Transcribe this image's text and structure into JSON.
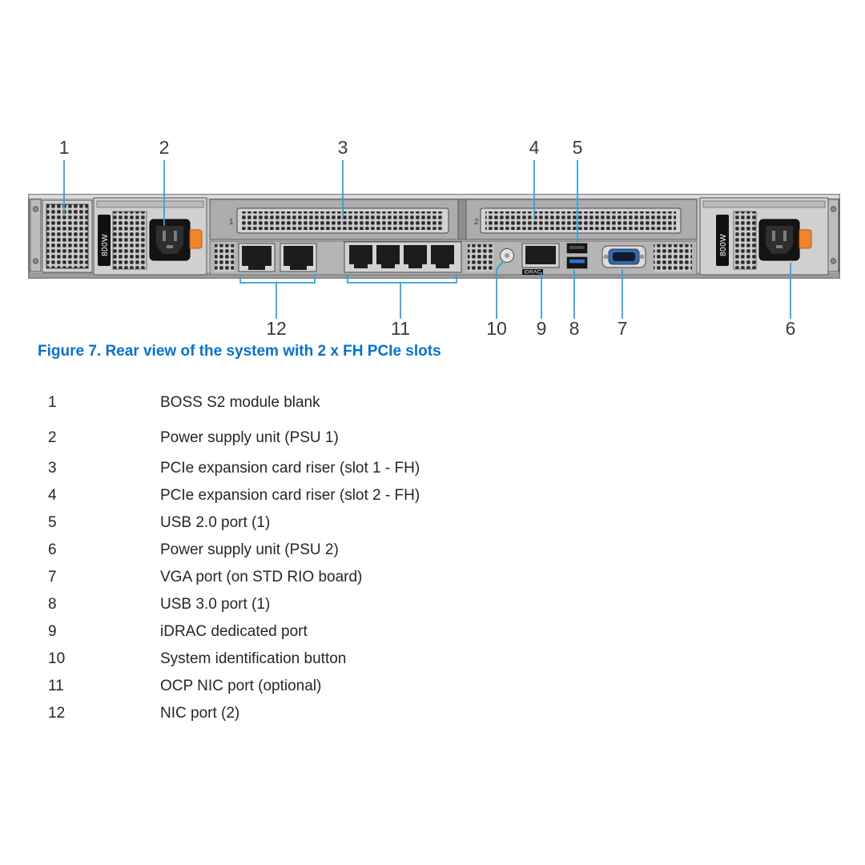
{
  "figure": {
    "caption": "Figure 7. Rear view of the system with 2 x FH PCIe slots",
    "callouts": {
      "c1": "1",
      "c2": "2",
      "c3": "3",
      "c4": "4",
      "c5": "5",
      "c6": "6",
      "c7": "7",
      "c8": "8",
      "c9": "9",
      "c10": "10",
      "c11": "11",
      "c12": "12"
    },
    "labels": {
      "psu1_wattage": "800W",
      "psu2_wattage": "800W",
      "idrac": "iDRAC",
      "riser1": "1",
      "riser2": "2"
    }
  },
  "legend": {
    "items": [
      {
        "num": "1",
        "desc": "BOSS S2 module blank"
      },
      {
        "num": "2",
        "desc": "Power supply unit (PSU 1)"
      },
      {
        "num": "3",
        "desc": "PCIe expansion card riser (slot 1 - FH)"
      },
      {
        "num": "4",
        "desc": "PCIe expansion card riser (slot 2 - FH)"
      },
      {
        "num": "5",
        "desc": "USB 2.0 port (1)"
      },
      {
        "num": "6",
        "desc": "Power supply unit (PSU 2)"
      },
      {
        "num": "7",
        "desc": "VGA port (on STD RIO board)"
      },
      {
        "num": "8",
        "desc": "USB 3.0 port (1)"
      },
      {
        "num": "9",
        "desc": "iDRAC dedicated port"
      },
      {
        "num": "10",
        "desc": "System identification button"
      },
      {
        "num": "11",
        "desc": "OCP NIC port (optional)"
      },
      {
        "num": "12",
        "desc": "NIC port (2)"
      }
    ]
  },
  "colors": {
    "caption_blue": "#0672CB",
    "callout_line_blue": "#35A0DC",
    "chassis_gray": "#C9C9C9",
    "psu_latch_orange": "#F0862C",
    "vga_blue": "#3A67A8"
  }
}
